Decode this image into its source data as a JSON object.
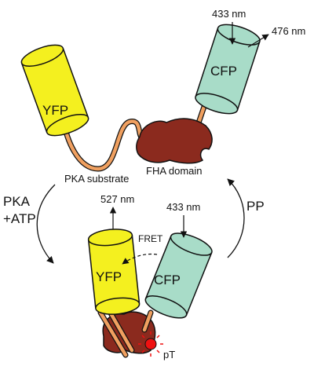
{
  "colors": {
    "yfp": "#f4f01f",
    "cfp": "#a8dcc8",
    "fha": "#8b2a1e",
    "linker": "#f0a060",
    "phospho": "#ee1111",
    "outline": "#111111"
  },
  "top_state": {
    "yfp_label": "YFP",
    "cfp_label": "CFP",
    "excitation_label": "433 nm",
    "emission_label": "476 nm",
    "substrate_label": "PKA substrate",
    "fha_label": "FHA domain"
  },
  "bottom_state": {
    "yfp_label": "YFP",
    "cfp_label": "CFP",
    "excitation_label": "433 nm",
    "emission_label": "527 nm",
    "fret_label": "FRET",
    "phospho_label": "pT"
  },
  "transitions": {
    "forward_line1": "PKA",
    "forward_line2": "+ATP",
    "reverse": "PP"
  }
}
